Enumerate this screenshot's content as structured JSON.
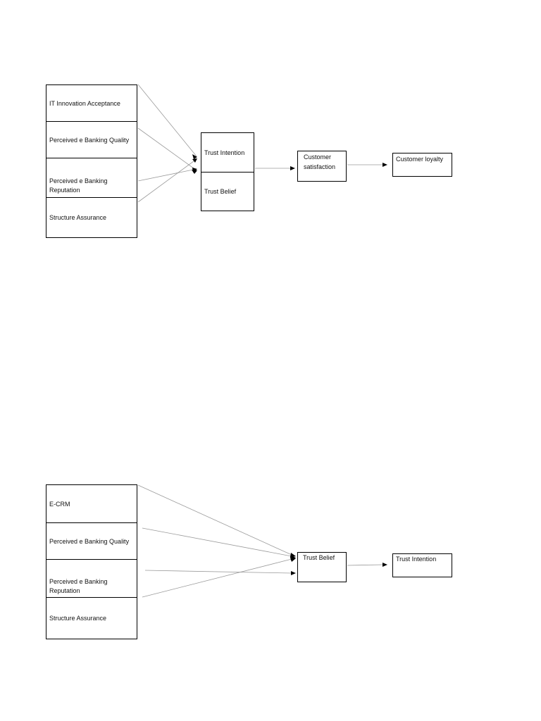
{
  "diagram1": {
    "inputs": [
      "IT Innovation Acceptance",
      "Perceived e Banking Quality",
      "Perceived e Banking Reputation",
      "Structure Assurance"
    ],
    "trust_top": "Trust Intention",
    "trust_bottom": "Trust Belief",
    "satisfaction": "Customer satisfaction",
    "loyalty": "Customer loyalty"
  },
  "diagram2": {
    "inputs": [
      "E-CRM",
      "Perceived e Banking Quality",
      "Perceived e Banking Reputation",
      "Structure Assurance"
    ],
    "belief": "Trust Belief",
    "intention": "Trust Intention"
  }
}
